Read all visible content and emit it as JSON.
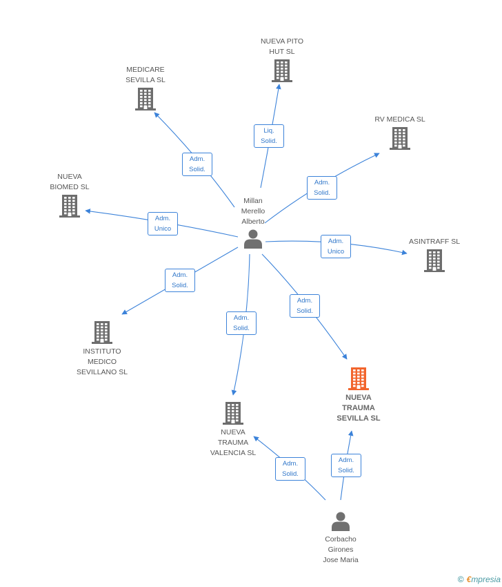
{
  "colors": {
    "company": "#6d6d6d",
    "highlight": "#f2652d",
    "person": "#707070",
    "edge": "#3b82d9",
    "edge_text": "#2f76c9"
  },
  "nodes": {
    "nueva_pito": {
      "type": "company",
      "lines": [
        "NUEVA PITO",
        "HUT SL"
      ]
    },
    "medicare": {
      "type": "company",
      "lines": [
        "MEDICARE",
        "SEVILLA  SL"
      ]
    },
    "rv_medica": {
      "type": "company",
      "lines": [
        "RV MEDICA  SL"
      ]
    },
    "nueva_biomed": {
      "type": "company",
      "lines": [
        "NUEVA",
        "BIOMED SL"
      ]
    },
    "asintraff": {
      "type": "company",
      "lines": [
        "ASINTRAFF  SL"
      ]
    },
    "instituto": {
      "type": "company",
      "lines": [
        "INSTITUTO",
        "MEDICO",
        "SEVILLANO  SL"
      ]
    },
    "nueva_trauma_sevilla": {
      "type": "company",
      "highlight": true,
      "lines": [
        "NUEVA",
        "TRAUMA",
        "SEVILLA SL"
      ]
    },
    "nueva_trauma_valencia": {
      "type": "company",
      "lines": [
        "NUEVA",
        "TRAUMA",
        "VALENCIA SL"
      ]
    },
    "millan": {
      "type": "person",
      "lines": [
        "Millan",
        "Merello",
        "Alberto"
      ]
    },
    "corbacho": {
      "type": "person",
      "lines": [
        "Corbacho",
        "Girones",
        "Jose Maria"
      ]
    }
  },
  "edges": [
    {
      "from": "millan",
      "to": "medicare",
      "label": [
        "Adm.",
        "Solid."
      ]
    },
    {
      "from": "millan",
      "to": "nueva_pito",
      "label": [
        "Liq.",
        "Solid."
      ]
    },
    {
      "from": "millan",
      "to": "rv_medica",
      "label": [
        "Adm.",
        "Solid."
      ]
    },
    {
      "from": "millan",
      "to": "nueva_biomed",
      "label": [
        "Adm.",
        "Unico"
      ]
    },
    {
      "from": "millan",
      "to": "asintraff",
      "label": [
        "Adm.",
        "Unico"
      ]
    },
    {
      "from": "millan",
      "to": "instituto",
      "label": [
        "Adm.",
        "Solid."
      ]
    },
    {
      "from": "millan",
      "to": "nueva_trauma_valencia",
      "label": [
        "Adm.",
        "Solid."
      ]
    },
    {
      "from": "millan",
      "to": "nueva_trauma_sevilla",
      "label": [
        "Adm.",
        "Solid."
      ]
    },
    {
      "from": "corbacho",
      "to": "nueva_trauma_valencia",
      "label": [
        "Adm.",
        "Solid."
      ]
    },
    {
      "from": "corbacho",
      "to": "nueva_trauma_sevilla",
      "label": [
        "Adm.",
        "Solid."
      ]
    }
  ],
  "footer": {
    "copyright_symbol": "©",
    "brand_initial": "€",
    "brand_rest": "mpresia"
  }
}
